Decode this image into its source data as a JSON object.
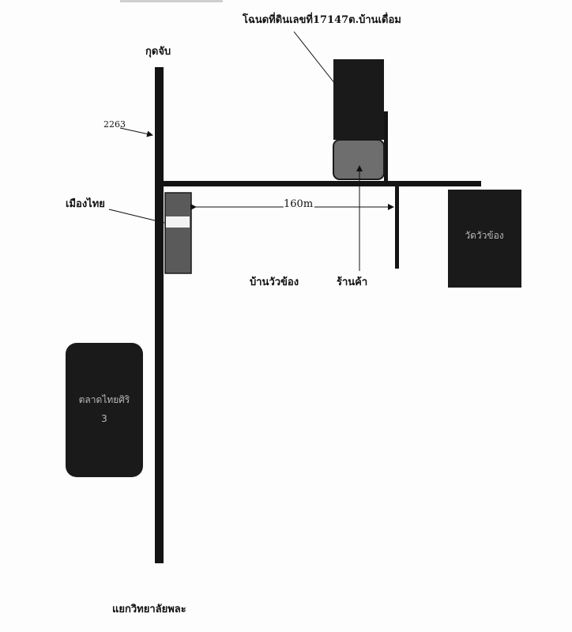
{
  "map": {
    "labels": {
      "north_road": "กุดจับ",
      "route_number": "2263",
      "muang_thai": "เมืองไทย",
      "title_deed": "โฉนดที่ดินเลขที่17147ต.บ้านเดื่อม",
      "distance": "160m",
      "ban_wua_khong": "บ้านวัวข้อง",
      "shop": "ร้านค้า",
      "south_junction": "แยกวิทยาลัยพละ"
    },
    "boxes": {
      "temple": "วัดวัวข้อง",
      "market_line1": "ตลาดไทยศิริ",
      "market_line2": "3"
    },
    "colors": {
      "road": "#141414",
      "building": "#1a1a1a",
      "shop_fill": "#6e6e6e",
      "muang_thai_fill": "#5a5a5a",
      "box_text": "#b8b8b8"
    }
  }
}
